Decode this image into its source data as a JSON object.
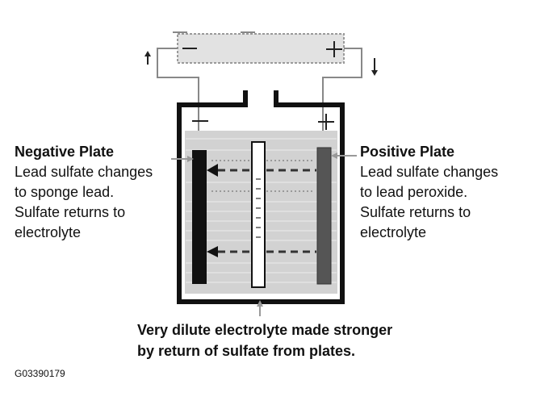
{
  "negative_plate": {
    "title": "Negative Plate",
    "lines": [
      "Lead sulfate changes",
      "to sponge lead.",
      "Sulfate returns to",
      "electrolyte"
    ]
  },
  "positive_plate": {
    "title": "Positive Plate",
    "lines": [
      "Lead sulfate changes",
      "to lead peroxide.",
      "Sulfate returns to",
      "electrolyte"
    ]
  },
  "caption": {
    "lines": [
      "Very dilute electrolyte made stronger",
      "by return of sulfate from plates."
    ]
  },
  "figure_id": "G03390179",
  "colors": {
    "electrolyte": "#d2d2d2",
    "negative_plate": "#111111",
    "positive_plate": "#555555",
    "outline": "#111111",
    "wire": "#888888"
  }
}
